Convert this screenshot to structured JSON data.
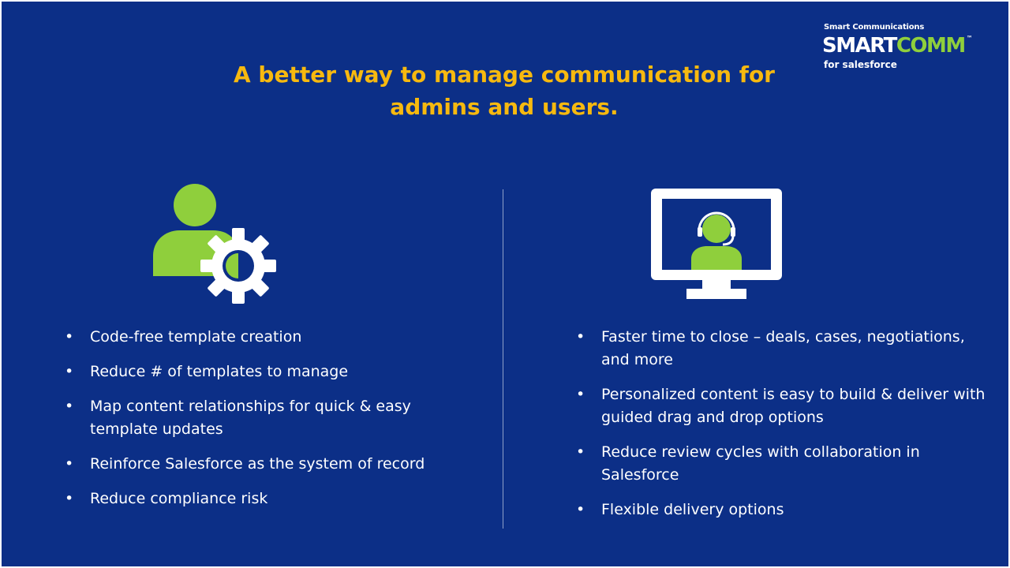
{
  "slide": {
    "title_line1": "A better way to manage communication for",
    "title_line2": "admins and users.",
    "colors": {
      "background": "#0c2f87",
      "title": "#f7b90f",
      "accent_green": "#8fcf3c",
      "text": "#ffffff"
    }
  },
  "logo": {
    "top_text": "Smart Communications",
    "main_white": "SMART",
    "main_green": "COMM",
    "trademark": "™",
    "sub_text": "for salesforce"
  },
  "left_column": {
    "icon": "admin-gear-icon",
    "bullets": [
      "Code-free template creation",
      "Reduce # of templates to manage",
      "Map content relationships for quick & easy template updates",
      "Reinforce Salesforce as the system of record",
      "Reduce compliance risk"
    ]
  },
  "right_column": {
    "icon": "monitor-support-agent-icon",
    "bullets": [
      "Faster time to close – deals, cases, negotiations, and more",
      "Personalized content is easy to build & deliver with guided drag and drop options",
      "Reduce review cycles with collaboration in Salesforce",
      "Flexible delivery options"
    ]
  }
}
